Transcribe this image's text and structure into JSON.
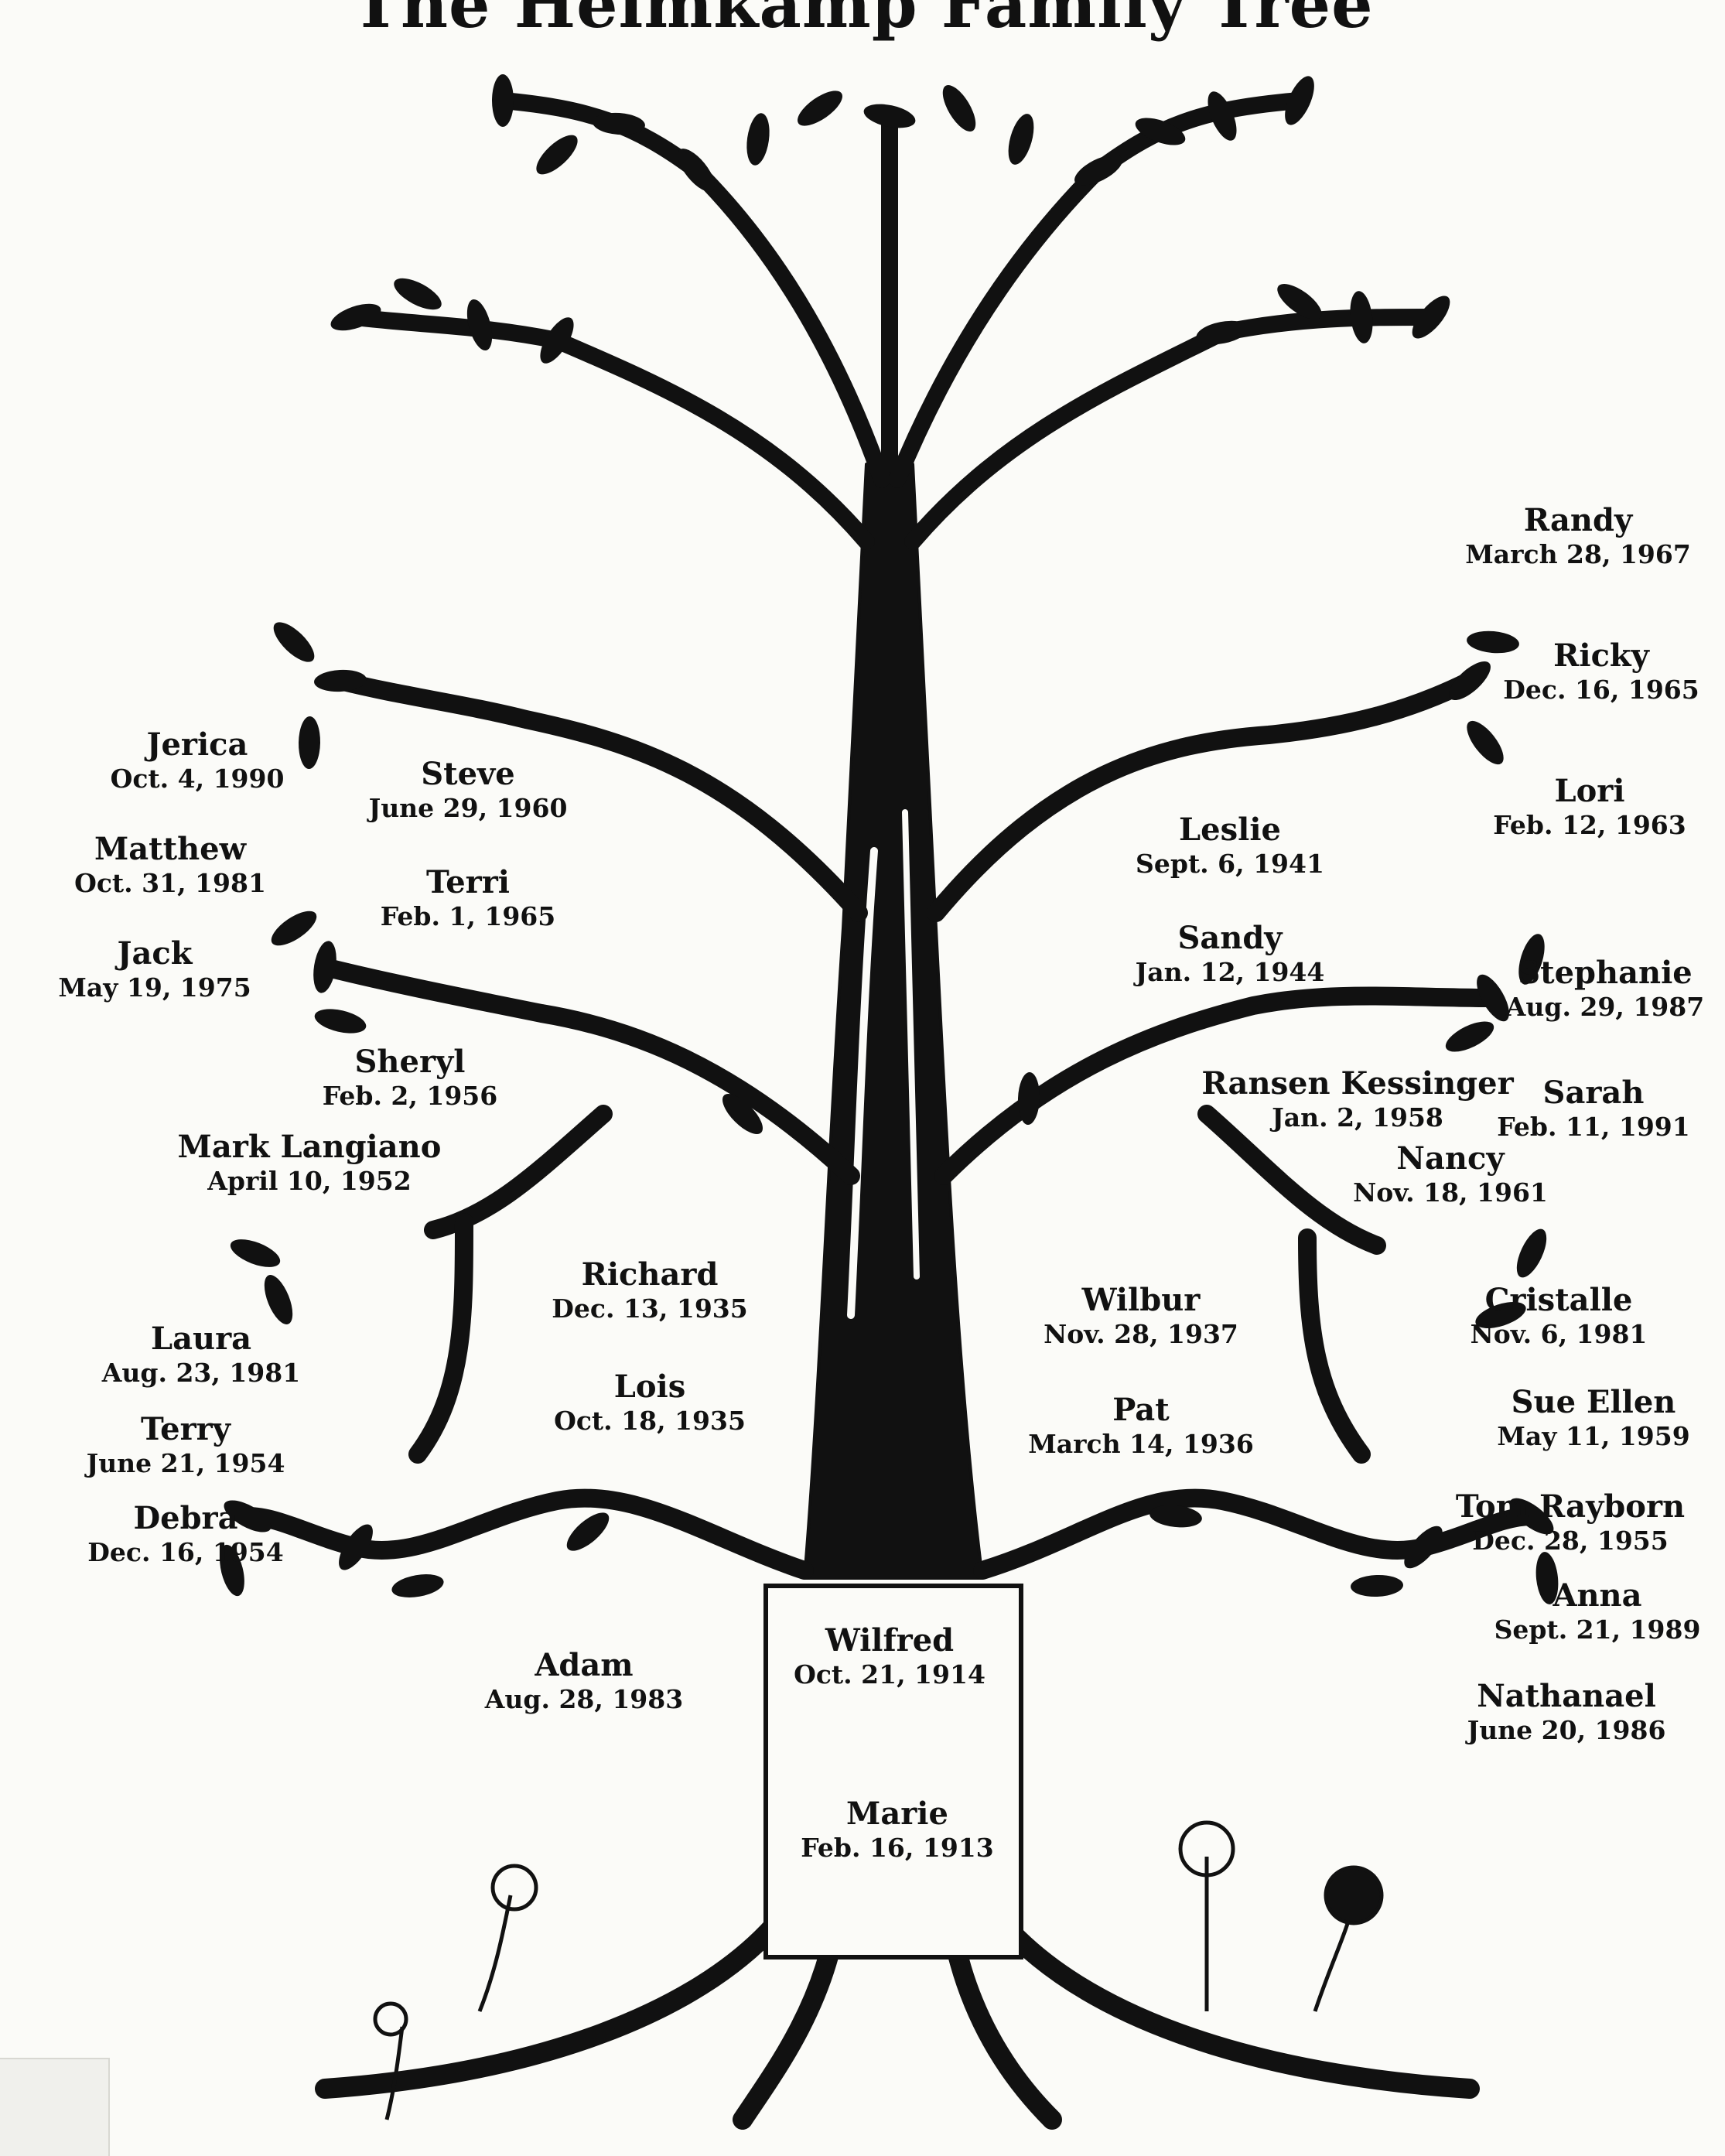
{
  "title": "The Heimkamp Family Tree",
  "people": [
    {
      "name": "Randy",
      "date": "March 28, 1967"
    },
    {
      "name": "Ricky",
      "date": "Dec. 16, 1965"
    },
    {
      "name": "Lori",
      "date": "Feb. 12, 1963"
    },
    {
      "name": "Jerica",
      "date": "Oct. 4, 1990"
    },
    {
      "name": "Steve",
      "date": "June 29, 1960"
    },
    {
      "name": "Leslie",
      "date": "Sept. 6, 1941"
    },
    {
      "name": "Matthew",
      "date": "Oct. 31, 1981"
    },
    {
      "name": "Terri",
      "date": "Feb. 1, 1965"
    },
    {
      "name": "Jack",
      "date": "May 19, 1975"
    },
    {
      "name": "Sandy",
      "date": "Jan. 12, 1944"
    },
    {
      "name": "Stephanie",
      "date": "Aug. 29, 1987"
    },
    {
      "name": "Sheryl",
      "date": "Feb. 2, 1956"
    },
    {
      "name": "Ransen Kessinger",
      "date": "Jan. 2, 1958"
    },
    {
      "name": "Sarah",
      "date": "Feb. 11, 1991"
    },
    {
      "name": "Mark Langiano",
      "date": "April 10, 1952"
    },
    {
      "name": "Nancy",
      "date": "Nov. 18, 1961"
    },
    {
      "name": "Richard",
      "date": "Dec. 13, 1935"
    },
    {
      "name": "Wilbur",
      "date": "Nov. 28, 1937"
    },
    {
      "name": "Cristalle",
      "date": "Nov. 6, 1981"
    },
    {
      "name": "Laura",
      "date": "Aug. 23, 1981"
    },
    {
      "name": "Lois",
      "date": "Oct. 18, 1935"
    },
    {
      "name": "Sue Ellen",
      "date": "May 11, 1959"
    },
    {
      "name": "Terry",
      "date": "June 21, 1954"
    },
    {
      "name": "Pat",
      "date": "March 14, 1936"
    },
    {
      "name": "Debra",
      "date": "Dec. 16, 1954"
    },
    {
      "name": "Tom Rayborn",
      "date": "Dec. 28, 1955"
    },
    {
      "name": "Anna",
      "date": "Sept. 21, 1989"
    },
    {
      "name": "Wilfred",
      "date": "Oct. 21, 1914"
    },
    {
      "name": "Adam",
      "date": "Aug. 28, 1983"
    },
    {
      "name": "Nathanael",
      "date": "June 20, 1986"
    },
    {
      "name": "Marie",
      "date": "Feb. 16, 1913"
    }
  ]
}
